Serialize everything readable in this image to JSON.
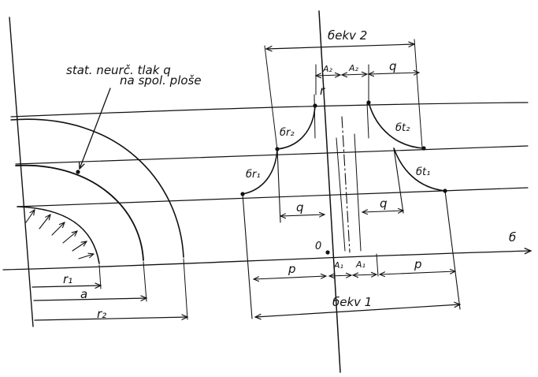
{
  "annotation": {
    "line1": "stat. neurč. tlak q",
    "line2": "na spol. ploše"
  },
  "left_dims": {
    "r1": "r₁",
    "a": "a",
    "r2": "r₂"
  },
  "stress": {
    "axis_label": "б",
    "origin": "0",
    "r_label": "r",
    "sigma_r1": "бr₁",
    "sigma_r2": "бr₂",
    "sigma_t1": "бt₁",
    "sigma_t2": "бt₂",
    "q_upper": "q",
    "q_lower_left": "q",
    "q_lower_right": "q",
    "p_left": "p",
    "p_right": "p",
    "A2_left": "A₂",
    "A2_right": "A₂",
    "A1_left": "A₁",
    "A1_right": "A₁",
    "sekv1": "бekv 1",
    "sekv2": "бekv 2"
  },
  "colors": {
    "ink": "#111111",
    "paper": "#ffffff"
  }
}
